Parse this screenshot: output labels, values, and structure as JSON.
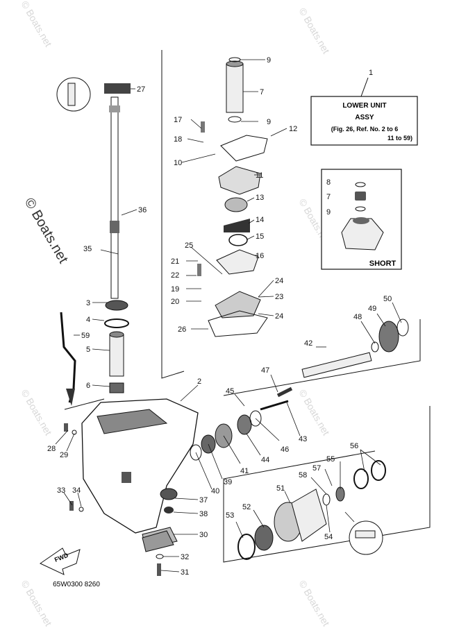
{
  "diagram": {
    "lower_unit_box": {
      "callout": "1",
      "line1": "LOWER UNIT",
      "line2": "ASSY",
      "line3": "(Fig. 26, Ref. No. 2 to 6",
      "line4": "11 to 59)"
    },
    "short_box": {
      "label": "SHORT",
      "callouts": [
        "8",
        "7",
        "9"
      ]
    },
    "drawing_code": "65W0300 8260",
    "fwd_label": "FWD",
    "watermark_text": "© Boats.net",
    "callouts": {
      "c2": "2",
      "c3": "3",
      "c4": "4",
      "c5": "5",
      "c6": "6",
      "c7": "7",
      "c9a": "9",
      "c9b": "9",
      "c10": "10",
      "c11": "11",
      "c12": "12",
      "c13": "13",
      "c14": "14",
      "c15": "15",
      "c16": "16",
      "c17": "17",
      "c18": "18",
      "c19": "19",
      "c20": "20",
      "c21": "21",
      "c22": "22",
      "c23": "23",
      "c24a": "24",
      "c24b": "24",
      "c25": "25",
      "c26": "26",
      "c27": "27",
      "c28": "28",
      "c29": "29",
      "c30": "30",
      "c31": "31",
      "c32": "32",
      "c33": "33",
      "c34": "34",
      "c35": "35",
      "c36": "36",
      "c37": "37",
      "c38": "38",
      "c39": "39",
      "c40": "40",
      "c41": "41",
      "c42": "42",
      "c43": "43",
      "c44": "44",
      "c45": "45",
      "c46": "46",
      "c47": "47",
      "c48": "48",
      "c49": "49",
      "c50": "50",
      "c51": "51",
      "c52": "52",
      "c53": "53",
      "c54": "54",
      "c55": "55",
      "c56": "56",
      "c57": "57",
      "c58": "58",
      "c59": "59"
    }
  }
}
